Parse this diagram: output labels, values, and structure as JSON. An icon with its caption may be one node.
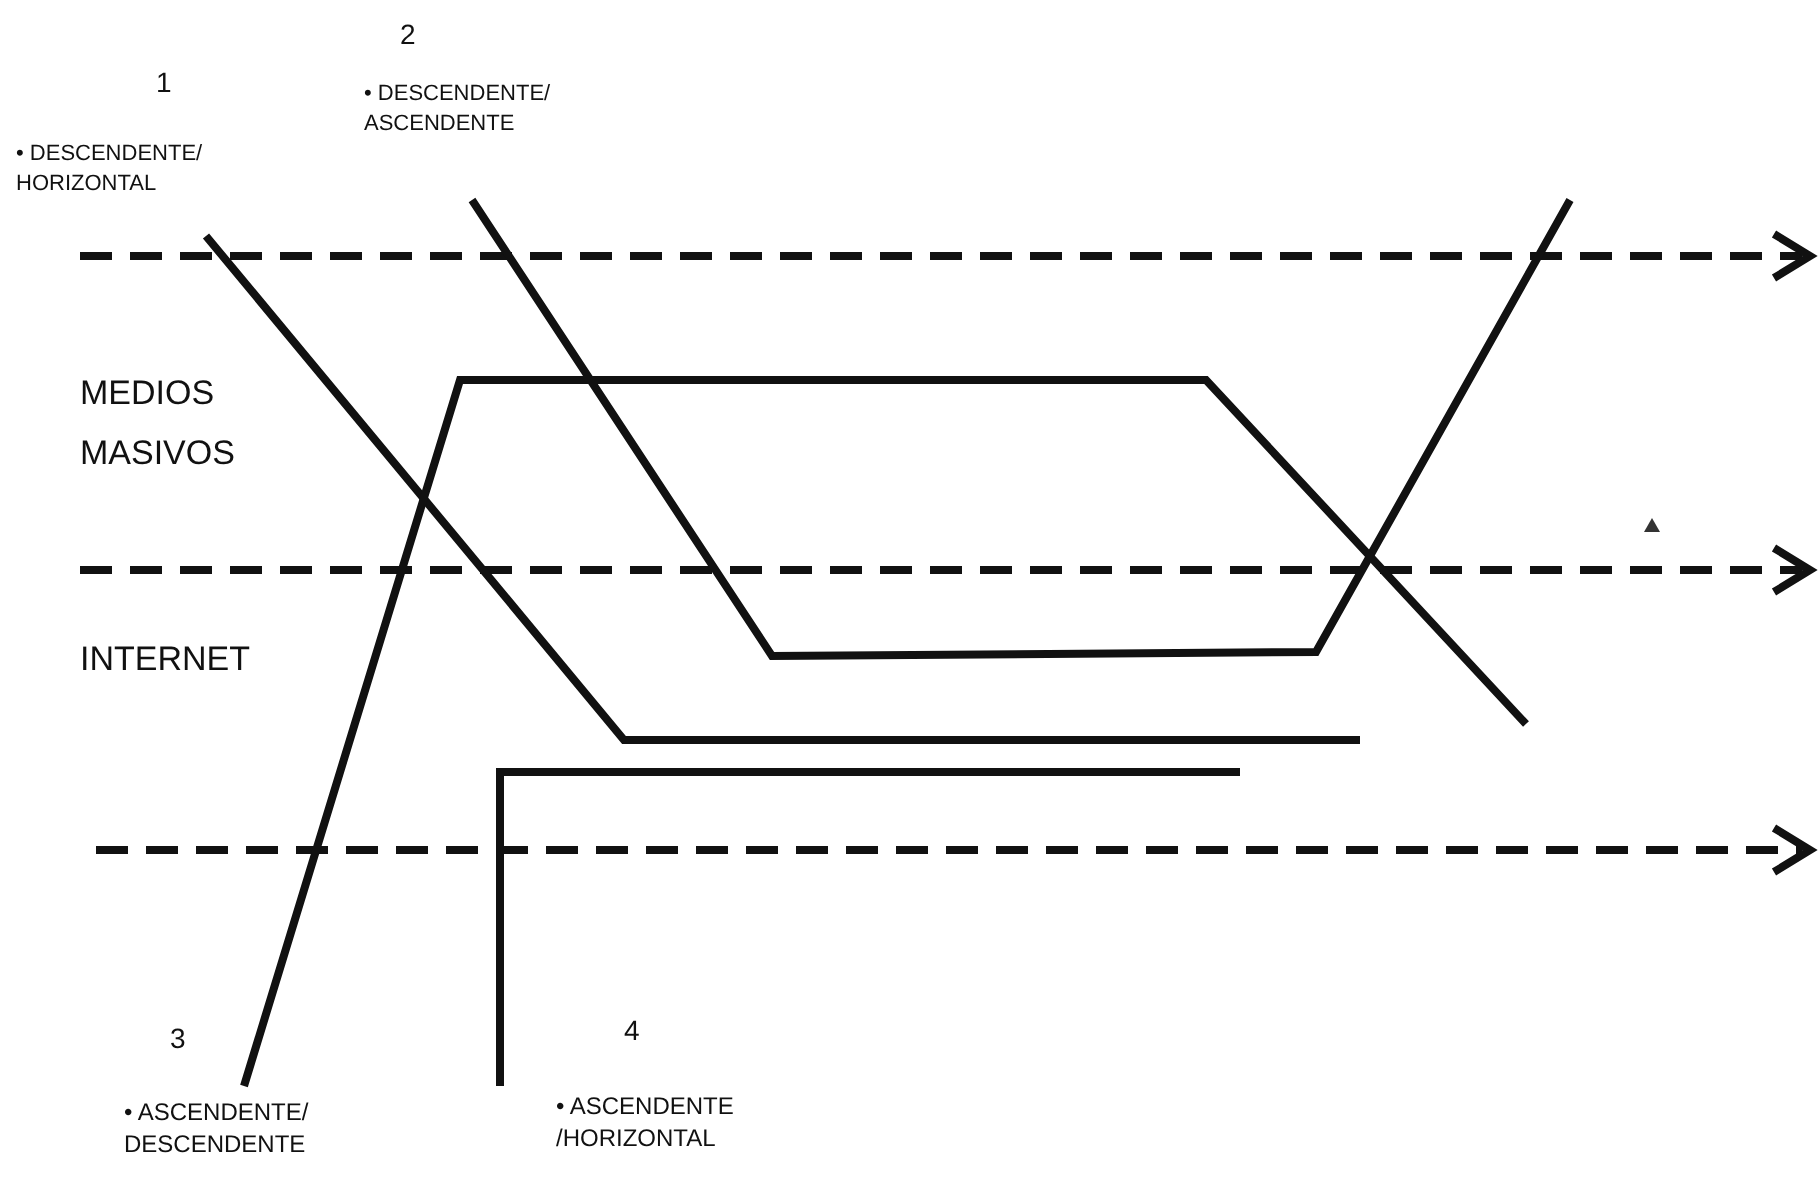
{
  "diagram": {
    "labels": [
      "1",
      "• DESCENDENTE/ HORIZONTAL",
      "2",
      "• DESCENDENTE/ ASCENDENTE",
      "MEDIOS MASIVOS",
      "INTERNET",
      "3",
      "• ASCENDENTE/ DESCENDENTE",
      "4",
      "• ASCENDENTE /HORIZONTAL"
    ]
  }
}
